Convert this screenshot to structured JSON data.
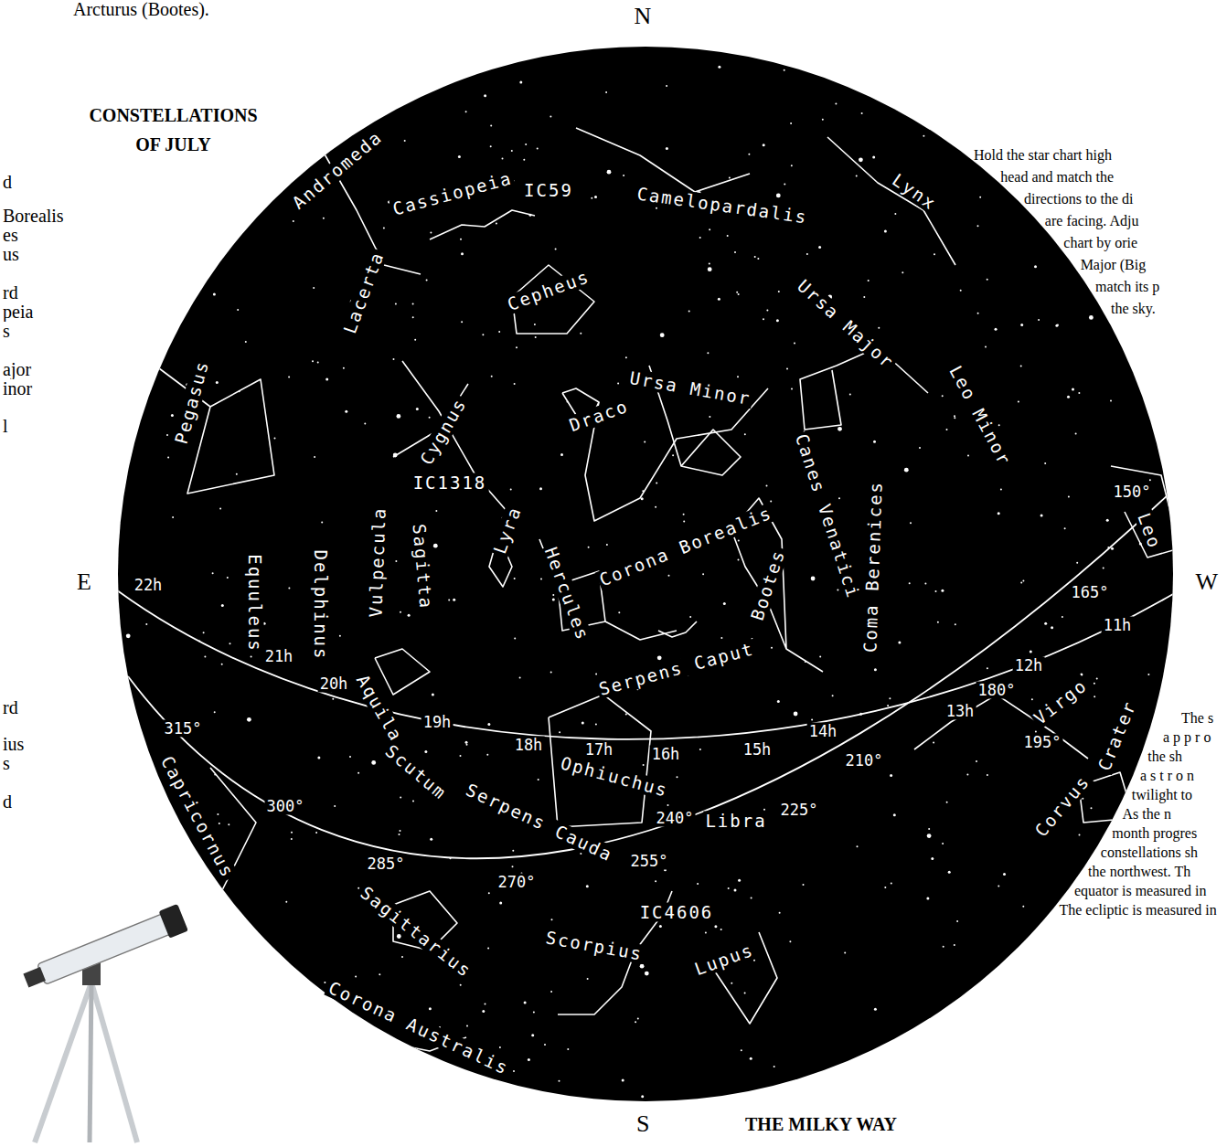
{
  "diagram": {
    "title": "CONSTELLATIONS OF JULY",
    "labels": [
      "Arcturus (Bootes).",
      "d",
      "Borealis",
      "es",
      "us",
      "rd",
      "peia",
      "s",
      "ajor",
      "inor",
      "l",
      "rd",
      "ius",
      "s",
      "d",
      "N",
      "E",
      "W",
      "S",
      "Hold the star chart high",
      "head and match the",
      "directions to the di",
      "are facing. Adju",
      "chart by orie",
      "Major (Big",
      "match its p",
      "the sky.",
      "The s",
      "a p p r o",
      "the sh",
      "a s t r o n",
      "twilight to",
      "As the n",
      "month progres",
      "constellations sh",
      "the northwest. Th",
      "equator is measured in",
      "The ecliptic is measured in",
      "THE MILKY WAY",
      "Andromeda",
      "Cassiopeia",
      "IC59",
      "Camelopardalis",
      "Lynx",
      "Cepheus",
      "Lacerta",
      "Pegasus",
      "Ursa Minor",
      "Ursa Major",
      "Leo Minor",
      "Cygnus",
      "Draco",
      "IC1318",
      "Canes Venatici",
      "Coma Berenices",
      "Lyra",
      "Equuleus",
      "Delphinus",
      "Vulpecula",
      "Sagitta",
      "Hercules",
      "Corona Borealis",
      "Bootes",
      "Serpens Caput",
      "Aquila",
      "Ophiuchus",
      "Scutum",
      "Serpens Cauda",
      "Virgo",
      "Libra",
      "Crater",
      "Corvus",
      "Capricornus",
      "Sagittarius",
      "Scorpius",
      "Corona Australis",
      "Lupus",
      "IC4606",
      "Leo",
      "22h",
      "21h",
      "20h",
      "19h",
      "18h",
      "17h",
      "16h",
      "15h",
      "14h",
      "13h",
      "12h",
      "11h",
      "150°",
      "165°",
      "180°",
      "195°",
      "210°",
      "225°",
      "240°",
      "255°",
      "270°",
      "285°",
      "300°",
      "315°"
    ]
  }
}
